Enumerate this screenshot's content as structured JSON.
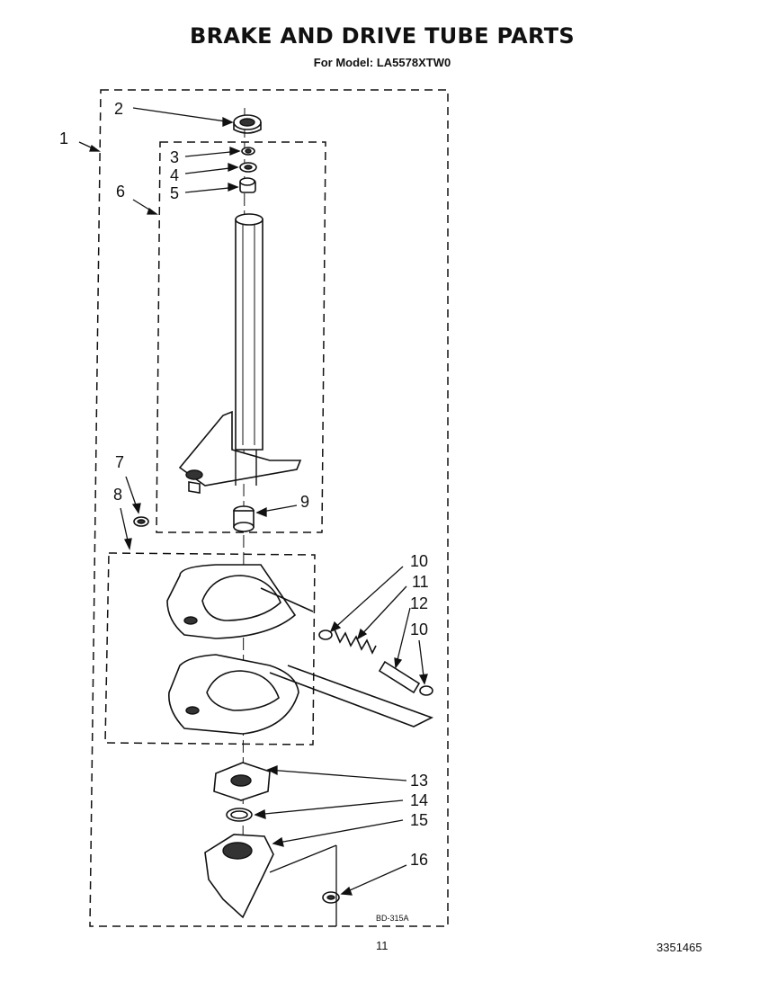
{
  "header": {
    "title": "BRAKE AND DRIVE TUBE PARTS",
    "model_line": "For Model: LA5578XTW0"
  },
  "diagram": {
    "callouts": [
      "1",
      "2",
      "3",
      "4",
      "5",
      "6",
      "7",
      "8",
      "9",
      "10",
      "11",
      "12",
      "10",
      "13",
      "14",
      "15",
      "16"
    ],
    "drawing_code": "BD-315A"
  },
  "footer": {
    "page_number": "11",
    "document_number": "3351465"
  }
}
